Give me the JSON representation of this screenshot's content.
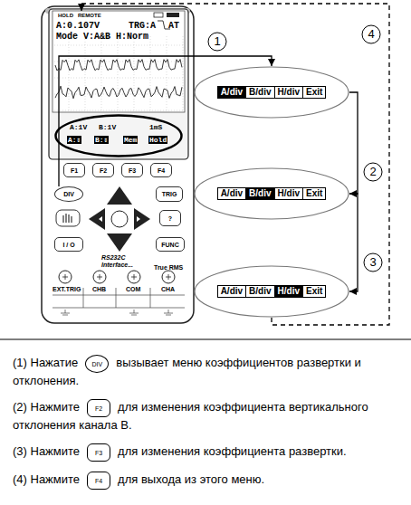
{
  "diagram": {
    "nodes": [
      {
        "text": [
          "HOLD",
          "REMOTE",
          "A:0.107V",
          "TRG:A",
          "AT",
          "Mode V:A&B H:Norm"
        ]
      },
      {
        "text": [
          "A:1V",
          "B:1V",
          "1mS",
          "A:⇕",
          "B:⇕",
          "Mem",
          "Hold"
        ]
      },
      {
        "text": [
          "F1"
        ]
      },
      {
        "text": [
          "F2"
        ]
      },
      {
        "text": [
          "F3"
        ]
      },
      {
        "text": [
          "F4"
        ]
      },
      {
        "text": [
          "DIV"
        ]
      },
      {
        "text": [
          "TRIG"
        ]
      },
      {
        "text": [
          "?"
        ]
      },
      {
        "text": [
          "I / O"
        ]
      },
      {
        "text": [
          "FUNC"
        ]
      },
      {
        "text": [
          "A/div",
          "B/div",
          "H/div",
          "Exit"
        ]
      },
      {
        "text": [
          "A/div",
          "B/div",
          "H/div",
          "Exit"
        ]
      },
      {
        "text": [
          "A/div",
          "B/div",
          "H/div",
          "Exit"
        ]
      },
      {
        "text": [
          "DIV"
        ]
      },
      {
        "text": [
          "F2"
        ]
      },
      {
        "text": [
          "F3"
        ]
      },
      {
        "text": [
          "F4"
        ]
      }
    ],
    "edges": [
      {
        "from": 6,
        "to": 11,
        "arrow": "to"
      },
      {
        "from": 11,
        "to": 12,
        "arrow": "to"
      },
      {
        "from": 12,
        "to": 13,
        "arrow": "to"
      },
      {
        "from": 13,
        "to": 0,
        "arrow": "to"
      }
    ],
    "labels": [
      "1",
      "4",
      "2",
      "3",
      "RS232C",
      "Interface...",
      "True RMS",
      "EXT.TRIG",
      "CHB",
      "COM",
      "CHA",
      "(1) Нажатие",
      "вызывает меню коэффициентов развертки и отклонения.",
      "(2) Нажмите",
      "для изменения коэффициента вертикального отклонения канала B.",
      "(3) Нажмите",
      "для изменения коэффициента развертки.",
      "(4) Нажмите",
      "для выхода из этого меню."
    ]
  }
}
